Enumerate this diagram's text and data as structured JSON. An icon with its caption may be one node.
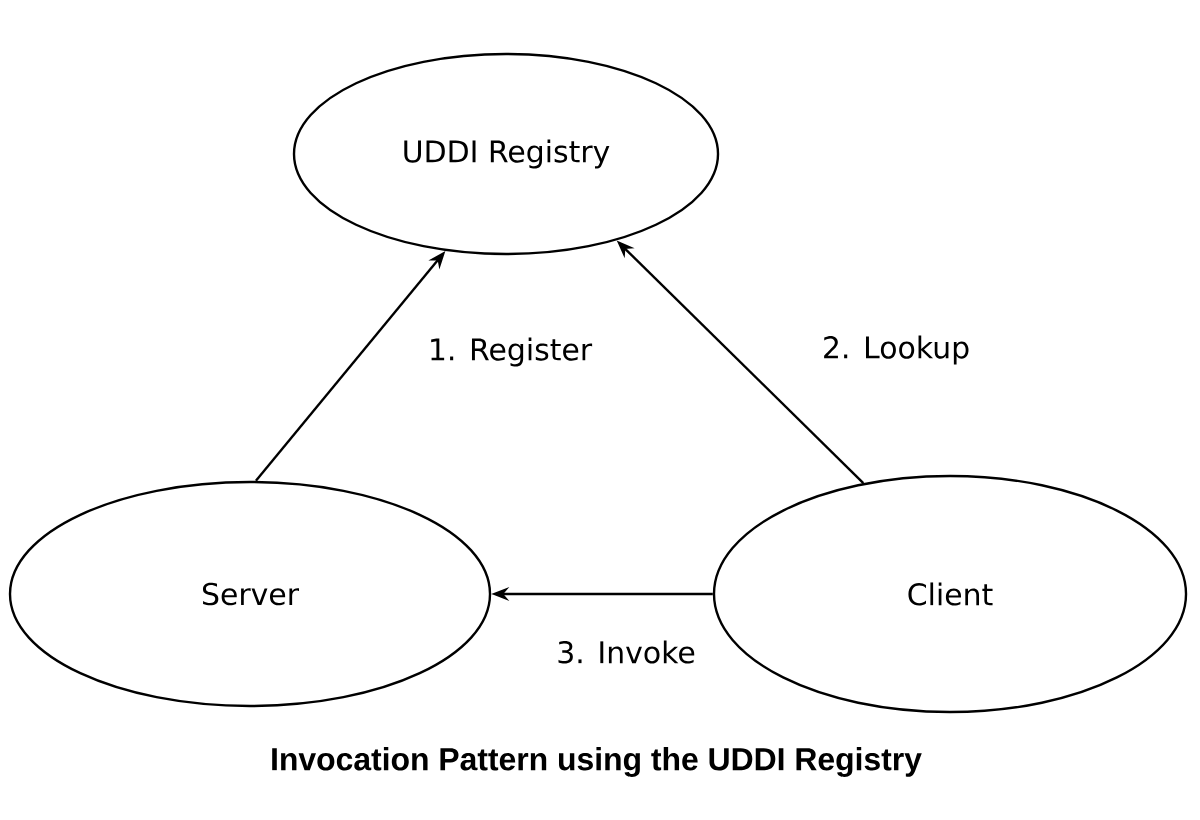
{
  "diagram": {
    "caption": "Invocation Pattern using the UDDI Registry",
    "nodes": [
      {
        "text": [
          "UDDI Registry"
        ]
      },
      {
        "text": [
          "Server"
        ]
      },
      {
        "text": [
          "Client"
        ]
      }
    ],
    "edges": [
      {
        "from": 1,
        "to": 0,
        "arrow": "to",
        "label": "1. Register"
      },
      {
        "from": 2,
        "to": 0,
        "arrow": "to",
        "label": "2. Lookup"
      },
      {
        "from": 2,
        "to": 1,
        "arrow": "to",
        "label": "3. Invoke"
      }
    ]
  }
}
